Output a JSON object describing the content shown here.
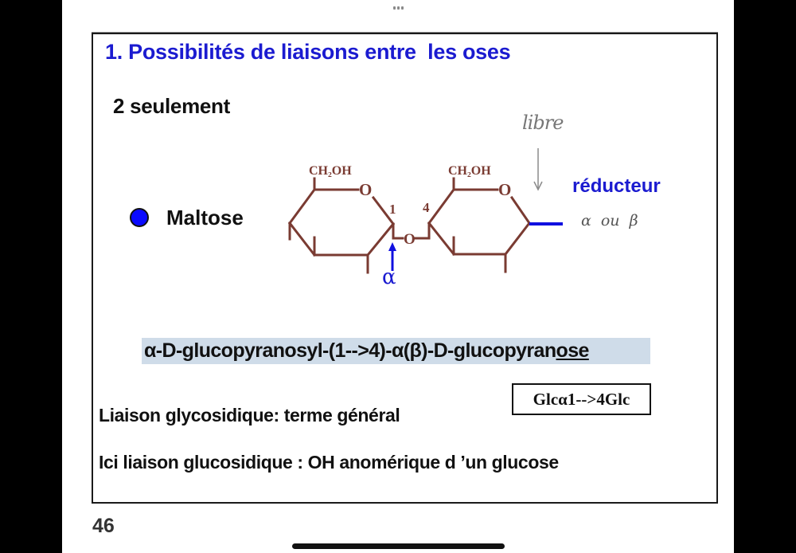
{
  "viewer": {
    "more_menu_icon": "three-dots",
    "page_number": "46"
  },
  "slide": {
    "title": "1. Possibilités de liaisons entre  les oses",
    "subtitle": "2 seulement",
    "bullet_label": "Maltose",
    "structure": {
      "ring1_substituent": "CH₂OH",
      "ring1_oxygen": "O",
      "ring2_substituent": "CH₂OH",
      "ring2_oxygen": "O",
      "link_oxygen": "O",
      "carbon_1_label": "1",
      "carbon_4_label": "4",
      "anomer_label": "α",
      "reducing_label": "réducteur",
      "handwritten_free": "libre",
      "handwritten_anomer": "α ou β"
    },
    "iupac_name_main": "α-D-glucopyranosyl-(1-->4)-α(β)-D-glucopyran",
    "iupac_name_underlined": "ose",
    "abbreviation": "Glcα1-->4Glc",
    "line1": "Liaison glycosidique: terme général",
    "line2": "Ici liaison glucosidique : OH anomérique d ’un glucose"
  },
  "colors": {
    "title_blue": "#1b1bd0",
    "bond_brown": "#7a3b32",
    "highlight": "#cfdce9",
    "bullet_blue": "#0a0aff"
  }
}
